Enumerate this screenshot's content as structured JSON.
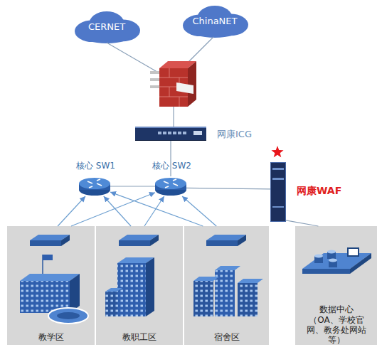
{
  "diagram": {
    "nodes": [
      {
        "text": [
          "CERNET"
        ]
      },
      {
        "text": [
          "ChinaNET"
        ]
      },
      {
        "text": [
          "网康ICG"
        ]
      },
      {
        "text": [
          "核心 SW1"
        ]
      },
      {
        "text": [
          "核心 SW2"
        ]
      },
      {
        "text": [
          "网康WAF"
        ]
      },
      {
        "text": [
          "教学区"
        ]
      },
      {
        "text": [
          "教职工区"
        ]
      },
      {
        "text": [
          "宿舍区"
        ]
      },
      {
        "text": [
          "数据中心",
          "（OA、学校官网、教务处网站等）"
        ]
      }
    ],
    "edges": [
      {
        "from": 2,
        "to": 4,
        "arrow": "none"
      },
      {
        "from": 3,
        "to": 4,
        "arrow": "none"
      },
      {
        "from": 4,
        "to": 5,
        "arrow": "none"
      },
      {
        "from": 5,
        "to": 9,
        "arrow": "none"
      },
      {
        "from": 6,
        "to": 3,
        "arrow": "to"
      },
      {
        "from": 6,
        "to": 4,
        "arrow": "to"
      },
      {
        "from": 7,
        "to": 3,
        "arrow": "to"
      },
      {
        "from": 7,
        "to": 4,
        "arrow": "to"
      },
      {
        "from": 8,
        "to": 3,
        "arrow": "to"
      },
      {
        "from": 8,
        "to": 4,
        "arrow": "to"
      }
    ]
  }
}
